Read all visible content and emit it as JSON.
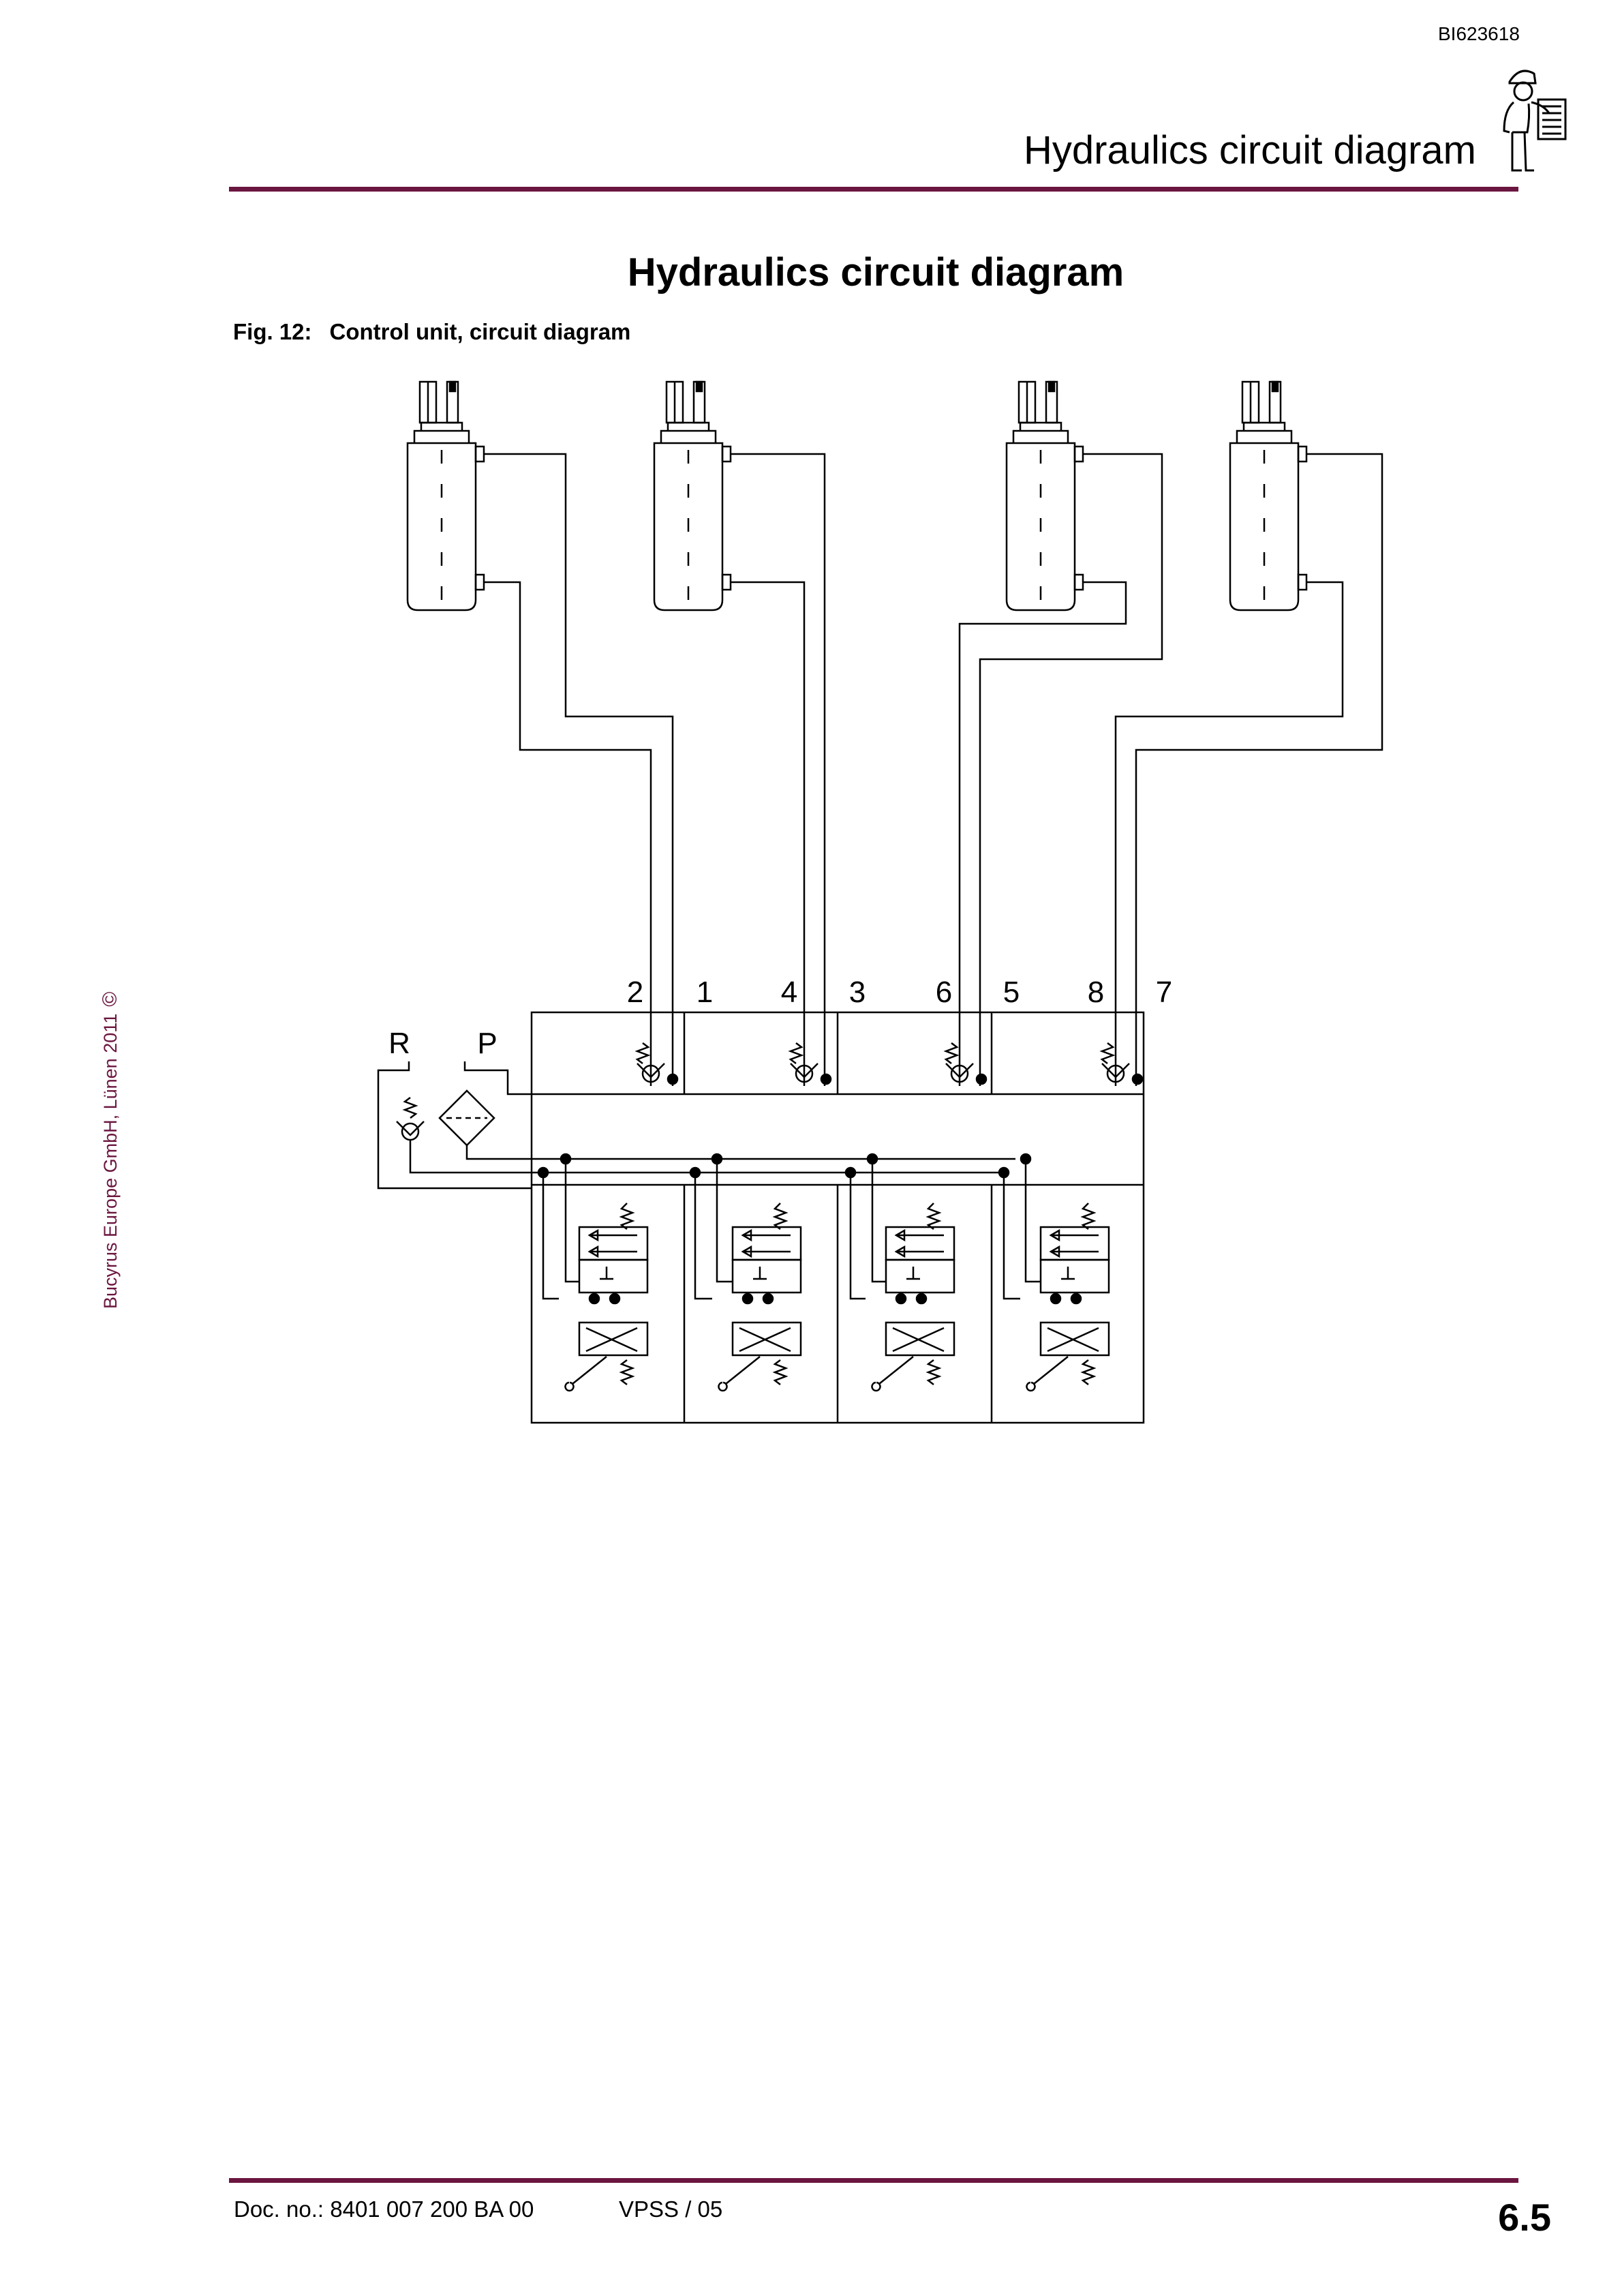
{
  "header": {
    "doc_id": "BI623618",
    "title": "Hydraulics circuit diagram"
  },
  "page_title": "Hydraulics circuit diagram",
  "figure": {
    "number": "Fig. 12:",
    "caption": "Control unit, circuit diagram"
  },
  "diagram": {
    "port_labels": [
      "2",
      "1",
      "4",
      "3",
      "6",
      "5",
      "8",
      "7"
    ],
    "supply_labels": {
      "return": "R",
      "pressure": "P"
    }
  },
  "side_note": {
    "copyright": "Bucyrus Europe GmbH, Lünen 2011",
    "symbol": "©"
  },
  "footer": {
    "doc_no": "Doc. no.: 8401 007 200 BA 00",
    "project": "VPSS / 05",
    "page_number": "6.5"
  },
  "colors": {
    "accent": "#6b1640",
    "line": "#000000"
  },
  "icons": [
    "worker-clipboard-icon"
  ]
}
